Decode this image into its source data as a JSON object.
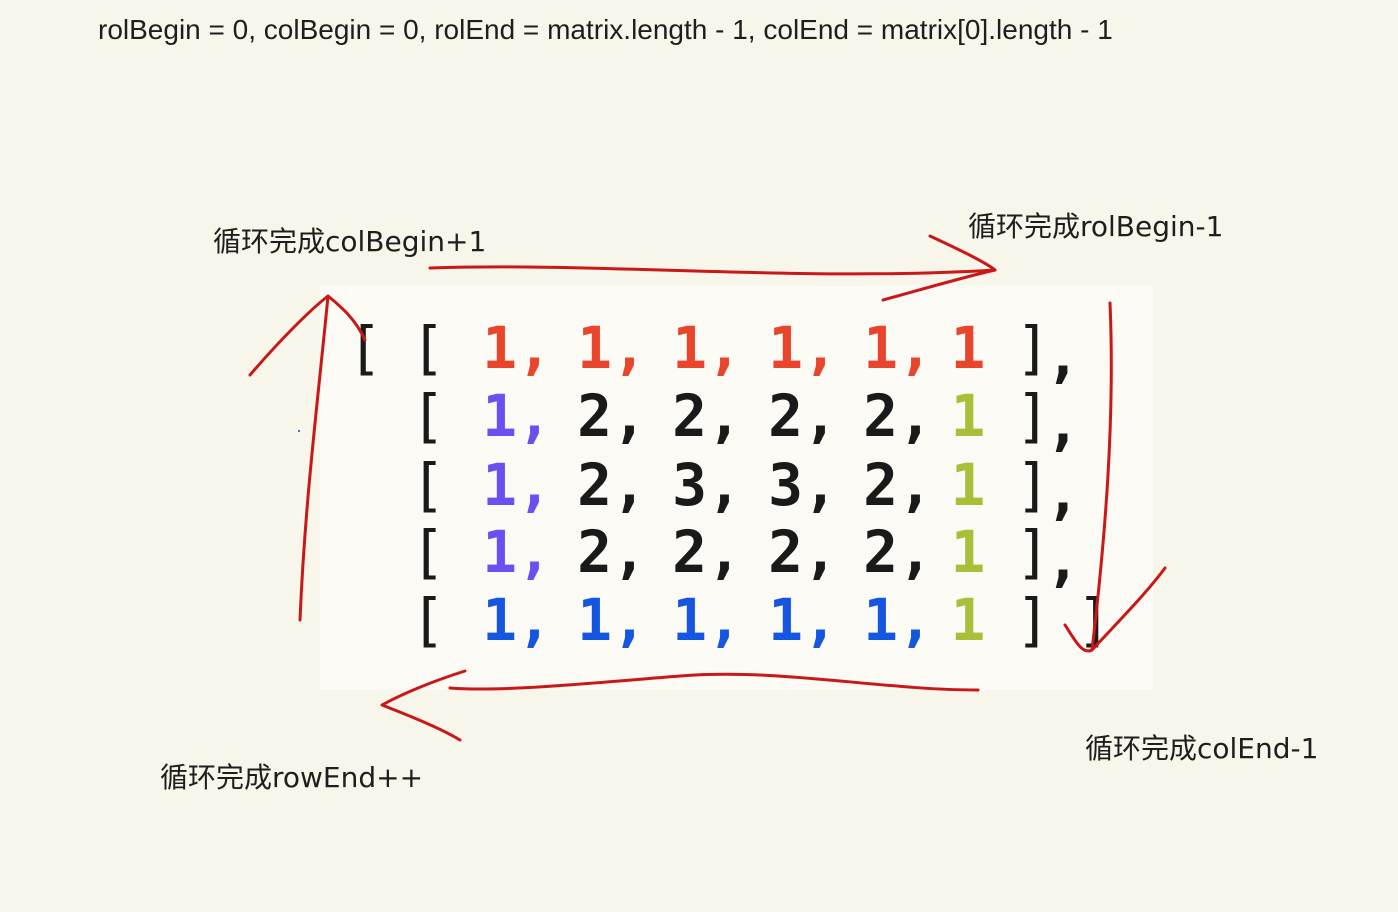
{
  "header": {
    "text": "rolBegin = 0, colBegin = 0, rolEnd = matrix.length - 1, colEnd = matrix[0].length - 1"
  },
  "labels": {
    "top_left": "循环完成colBegin+1",
    "top_right": "循环完成rolBegin-1",
    "bottom_right": "循环完成colEnd-1",
    "bottom_left": "循环完成rowEnd++"
  },
  "matrix": {
    "outer_open": "[",
    "outer_close": "]",
    "row_open": "[",
    "row_close": "]",
    "separator": ",",
    "rows": [
      [
        "1",
        "1",
        "1",
        "1",
        "1",
        "1"
      ],
      [
        "1",
        "2",
        "2",
        "2",
        "2",
        "1"
      ],
      [
        "1",
        "2",
        "3",
        "3",
        "2",
        "1"
      ],
      [
        "1",
        "2",
        "2",
        "2",
        "2",
        "1"
      ],
      [
        "1",
        "1",
        "1",
        "1",
        "1",
        "1"
      ]
    ]
  },
  "colors": {
    "top_row": "#e8452c",
    "left_column": "#6b4ff0",
    "bottom_row": "#1556e0",
    "right_column": "#a9bf3a",
    "inner": "#1a1a1a",
    "arrow": "#c81818"
  }
}
